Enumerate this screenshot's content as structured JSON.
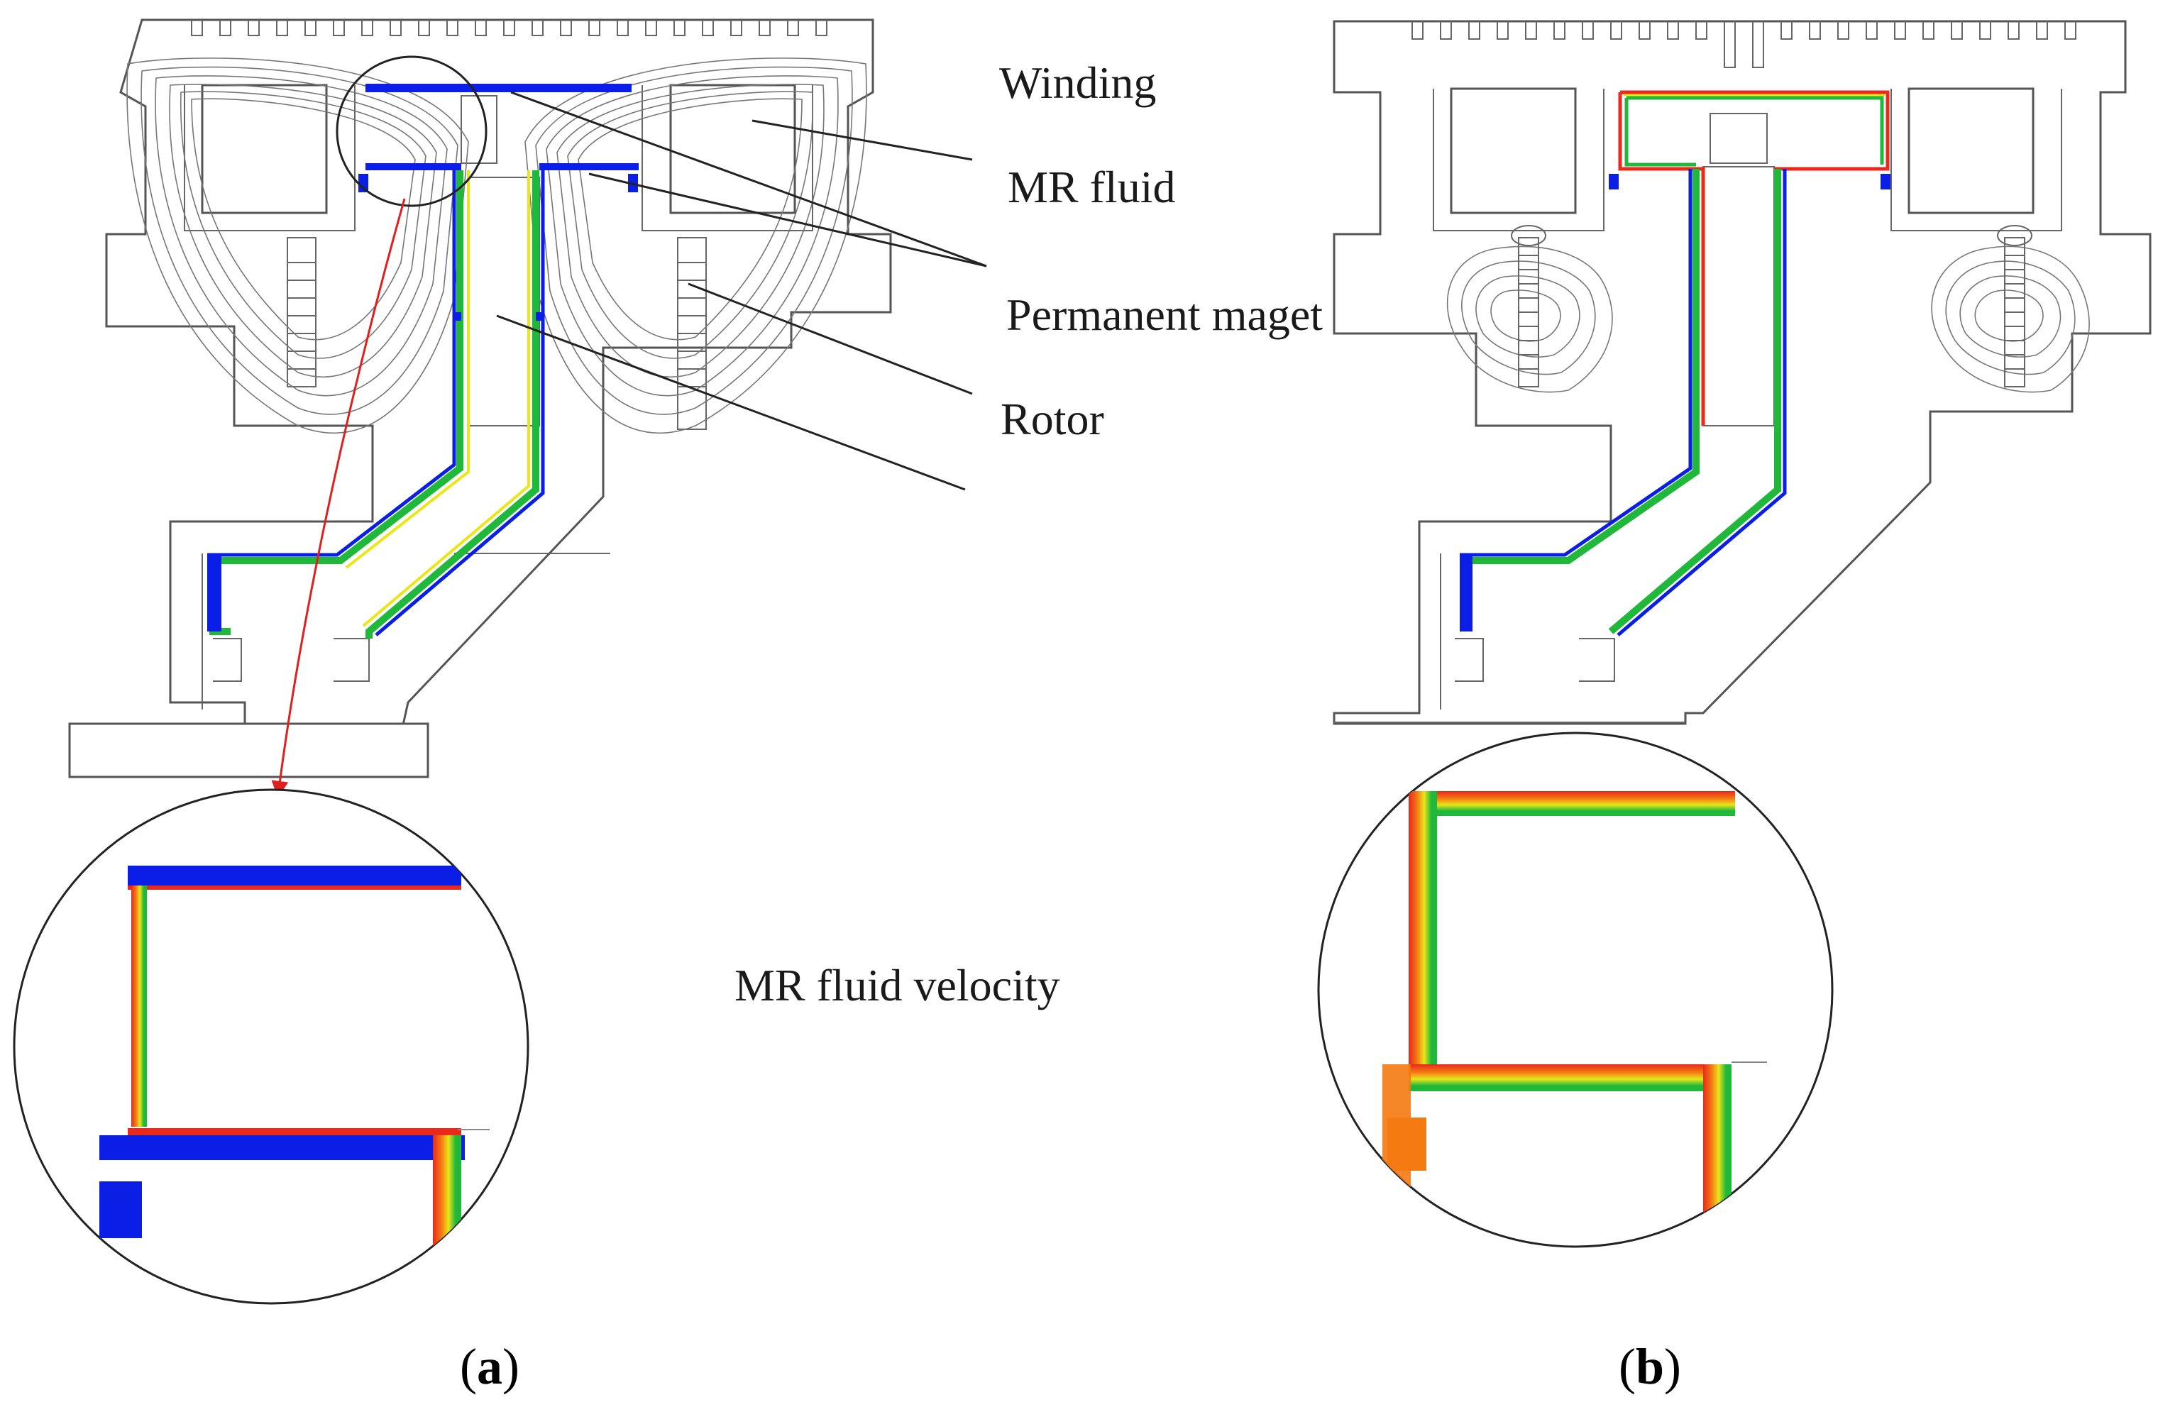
{
  "labels": {
    "winding": "Winding",
    "mr_fluid": "MR fluid",
    "permanent_magnet": "Permanent maget",
    "rotor": "Rotor",
    "velocity": "MR fluid velocity"
  },
  "captions": {
    "a_open": "(",
    "a_letter": "a",
    "a_close": ")",
    "b_open": "(",
    "b_letter": "b",
    "b_close": ")"
  },
  "colors": {
    "gap_blue": "#0a1ee6",
    "gradient_red": "#e8291c",
    "gradient_orange": "#f57a12",
    "gradient_yellow": "#e9e61a",
    "gradient_green": "#1fb83a",
    "pointer_red": "#e02020",
    "outline": "#555555"
  }
}
